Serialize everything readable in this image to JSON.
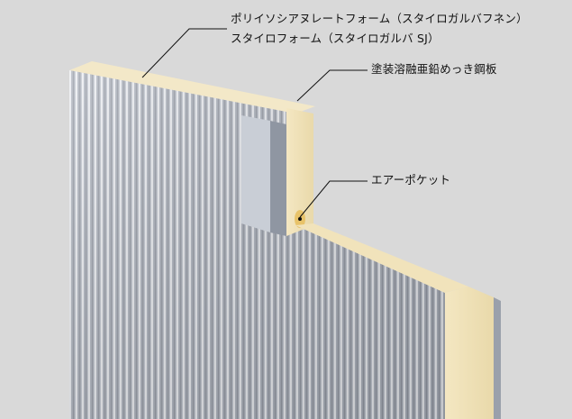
{
  "labels": {
    "foam_line1": "ポリイソシアヌレートフォーム（スタイロガルバフネン）",
    "foam_line2": "スタイロフォーム（スタイロガルバ SJ）",
    "steel": "塗装溶融亜鉛めっき鋼板",
    "air_pocket": "エアーポケット"
  },
  "colors": {
    "background": "#d9d9d9",
    "steel_face": "#b7bcc6",
    "foam_core": "#f2e6c4",
    "leader_line": "#111111"
  }
}
